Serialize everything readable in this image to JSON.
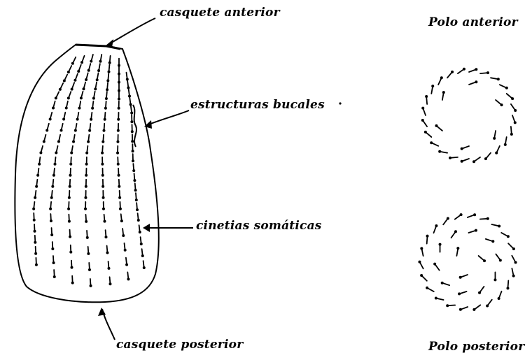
{
  "labels": {
    "anterior_cap": "casquete anterior",
    "oral_structures": "estructuras bucales",
    "somatic_kineties": "cinetias somáticas",
    "posterior_cap": "casquete posterior",
    "anterior_pole": "Polo anterior",
    "posterior_pole": "Polo posterior"
  },
  "colors": {
    "ink": "#000000",
    "background": "#ffffff"
  }
}
